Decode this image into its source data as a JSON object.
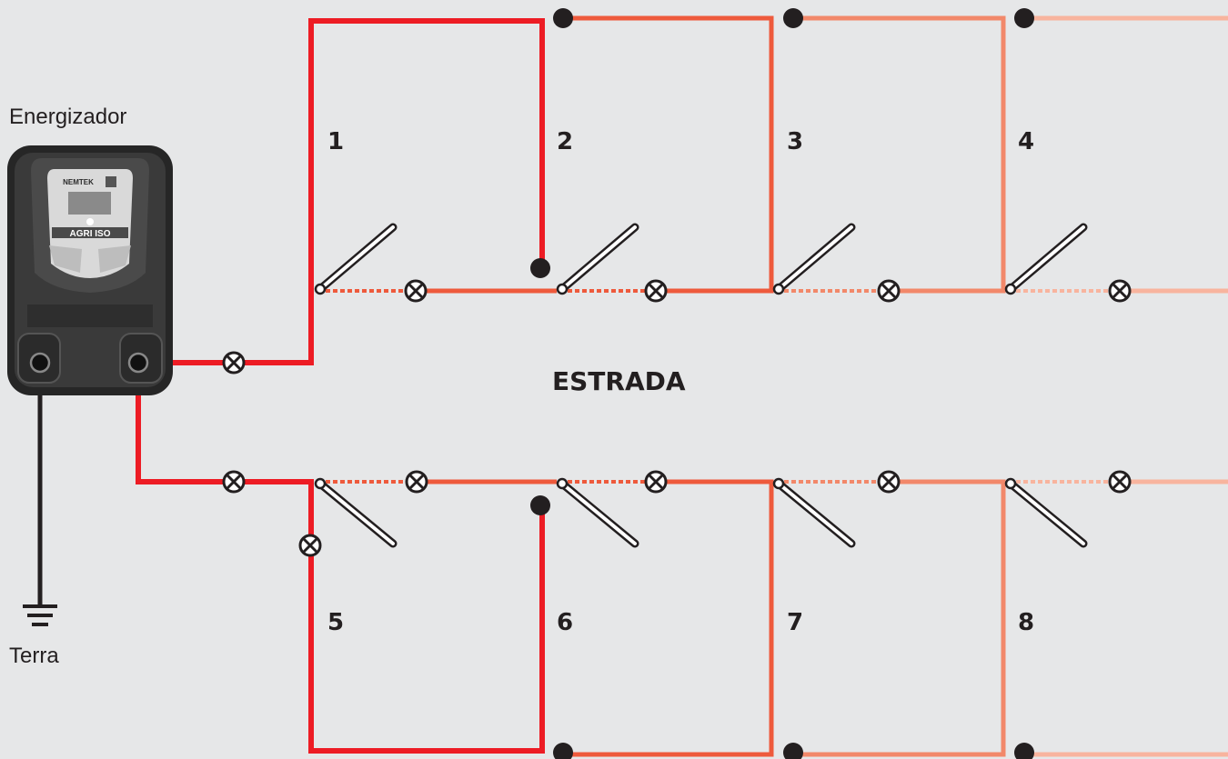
{
  "energizer": {
    "label": "Energizador",
    "brand": "NEMTEK",
    "model": "AGRI ISO"
  },
  "ground": {
    "label": "Terra"
  },
  "road": {
    "label": "ESTRADA"
  },
  "paddocks": [
    "1",
    "2",
    "3",
    "4",
    "5",
    "6",
    "7",
    "8"
  ],
  "colors": {
    "background": "#e6e7e8",
    "wire_section_1": "#ed1c24",
    "wire_section_2": "#ee5a3c",
    "wire_section_3": "#f2886a",
    "wire_section_4": "#f8b49e",
    "ground_wire": "#231f20"
  }
}
